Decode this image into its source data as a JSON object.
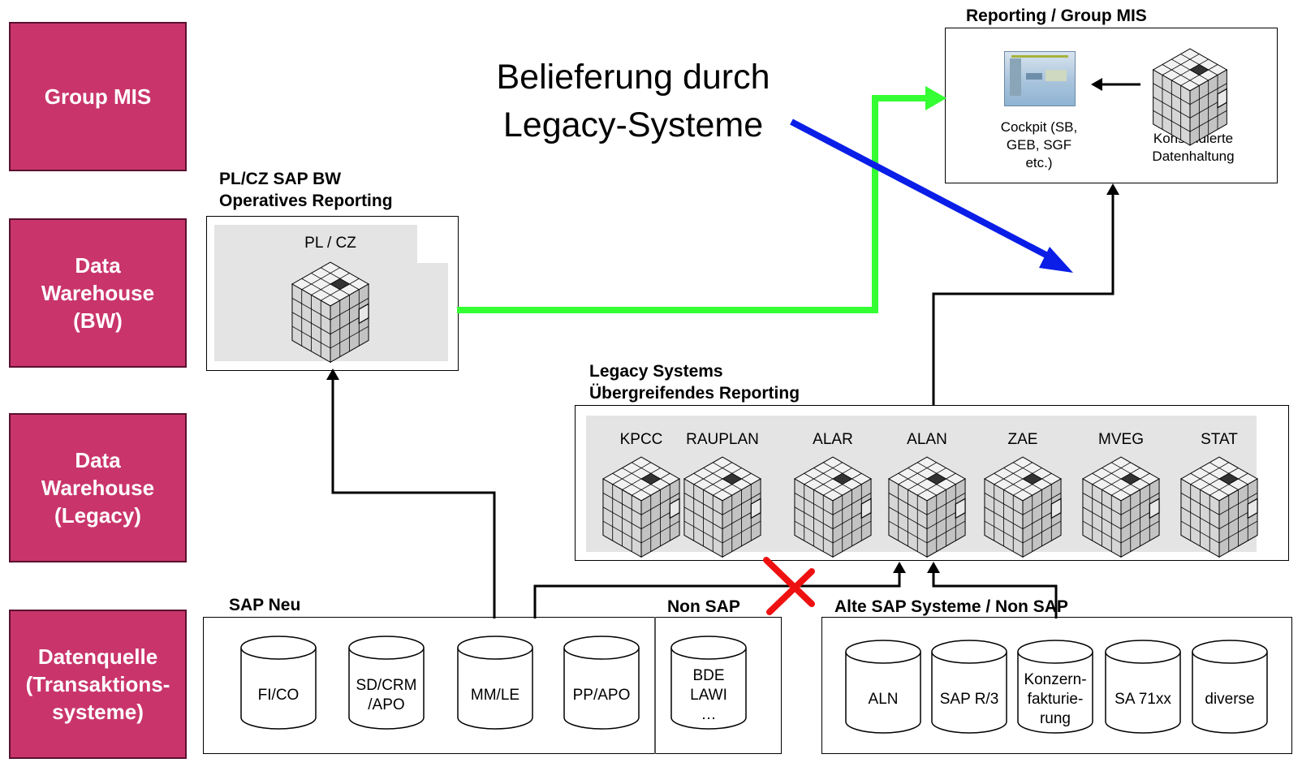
{
  "layers": {
    "group_mis": "Group MIS",
    "dw_bw": "Data\nWarehouse\n(BW)",
    "dw_legacy": "Data\nWarehouse\n(Legacy)",
    "datenquelle": "Datenquelle\n(Transaktions-\nsysteme)"
  },
  "annotation": "Belieferung durch\nLegacy-Systeme",
  "reporting": {
    "title": "Reporting / Group MIS",
    "cockpit_label": "Cockpit (SB,\nGEB, SGF\netc.)",
    "konsolidiert_label": "Konsolidierte\nDatenhaltung"
  },
  "plcz": {
    "title": "PL/CZ SAP BW\nOperatives Reporting",
    "cube_label": "PL / CZ"
  },
  "legacy": {
    "title": "Legacy Systems\nÜbergreifendes Reporting",
    "cubes": [
      "KPCC",
      "RAUPLAN",
      "ALAR",
      "ALAN",
      "ZAE",
      "MVEG",
      "STAT"
    ]
  },
  "sources": {
    "sap_neu_title": "SAP Neu",
    "non_sap_title": "Non SAP",
    "alte_title": "Alte SAP Systeme / Non SAP",
    "sap_neu": [
      "FI/CO",
      "SD/CRM\n/APO",
      "MM/LE",
      "PP/APO"
    ],
    "non_sap": [
      "BDE\nLAWI\n…"
    ],
    "alte": [
      "ALN",
      "SAP R/3",
      "Konzern-\nfakturie-\nrung",
      "SA 71xx",
      "diverse"
    ]
  },
  "colors": {
    "layer_fill": "#c9356b",
    "green_arrow": "#33ff33",
    "blue_arrow": "#0a1ee8",
    "red_cross": "#ee1111"
  }
}
